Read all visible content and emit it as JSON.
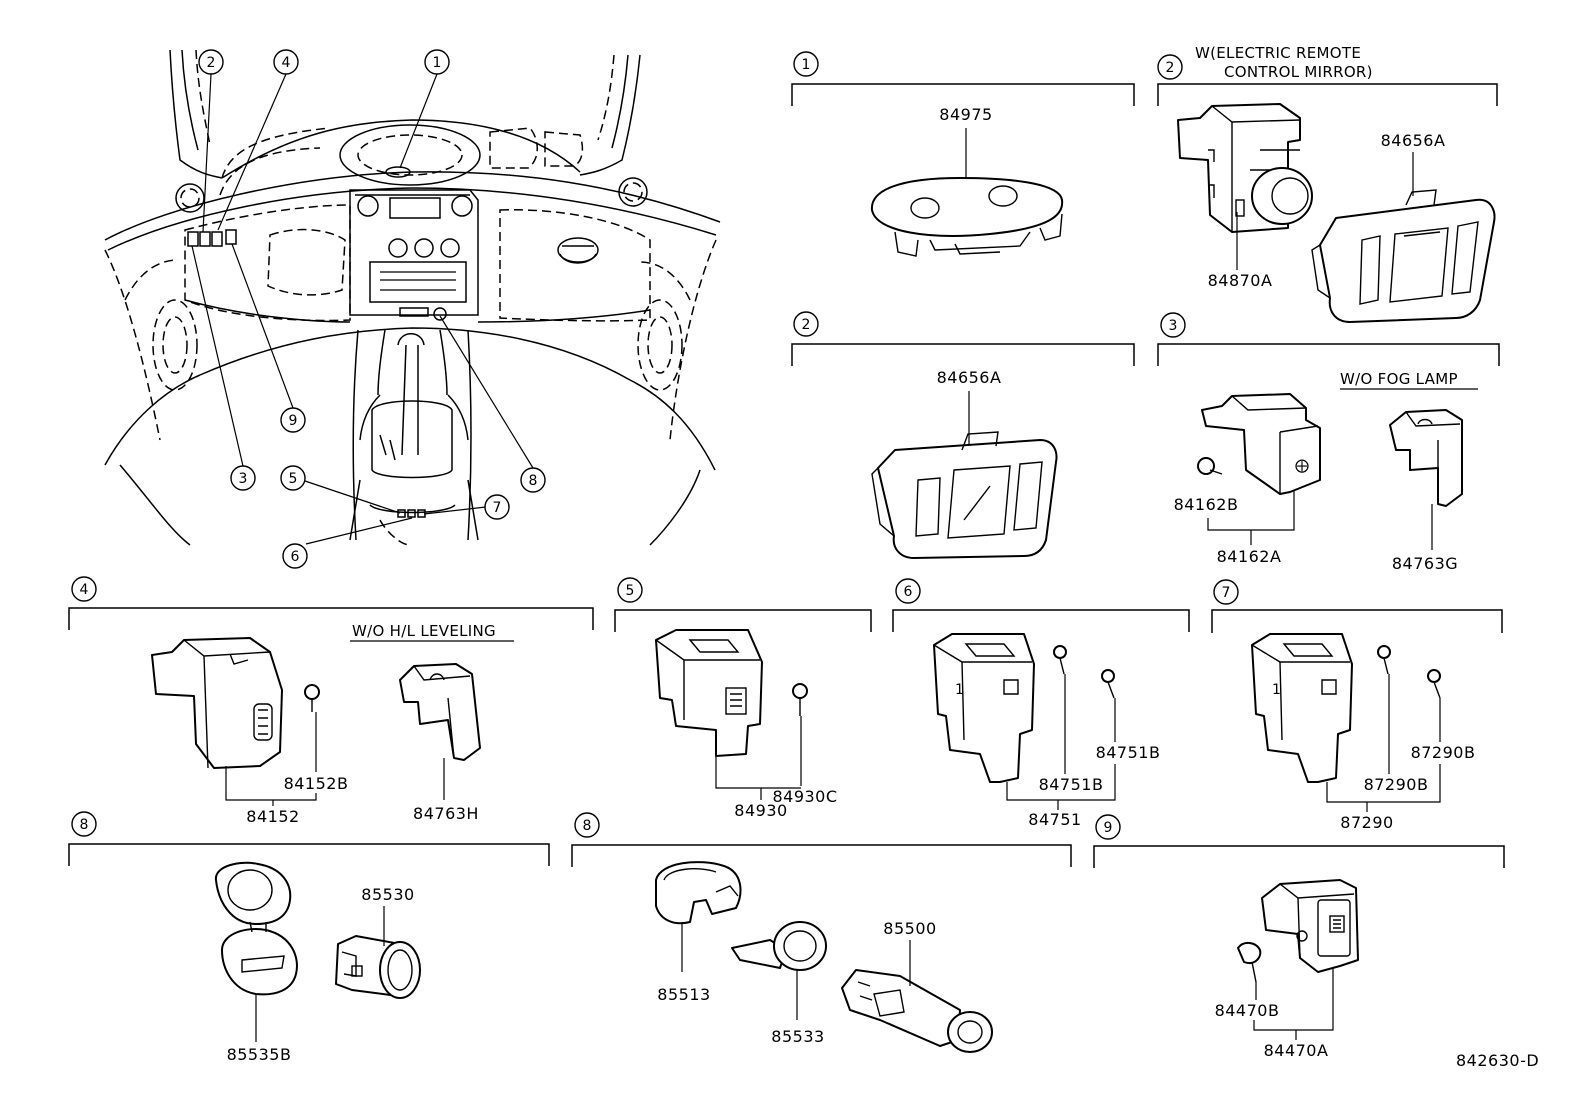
{
  "diagram_code": "842630-D",
  "callouts": [
    "1",
    "2",
    "3",
    "4",
    "5",
    "6",
    "7",
    "8",
    "9"
  ],
  "sections": [
    {
      "num": "1",
      "parts": [
        "84975"
      ]
    },
    {
      "num": "2",
      "caption": [
        "W(ELECTRIC REMOTE",
        "CONTROL MIRROR)"
      ],
      "parts": [
        "84656A",
        "84870A"
      ]
    },
    {
      "num": "2",
      "parts": [
        "84656A"
      ]
    },
    {
      "num": "3",
      "caption": [
        "W/O FOG LAMP"
      ],
      "parts": [
        "84162B",
        "84162A",
        "84763G"
      ]
    },
    {
      "num": "4",
      "caption": [
        "W/O H/L LEVELING"
      ],
      "parts": [
        "84152B",
        "84152",
        "84763H"
      ]
    },
    {
      "num": "5",
      "parts": [
        "84930C",
        "84930"
      ]
    },
    {
      "num": "6",
      "parts": [
        "84751B",
        "84751B",
        "84751"
      ]
    },
    {
      "num": "7",
      "parts": [
        "87290B",
        "87290B",
        "87290"
      ]
    },
    {
      "num": "8",
      "parts": [
        "85530",
        "85535B"
      ]
    },
    {
      "num": "8",
      "parts": [
        "85500",
        "85513",
        "85533"
      ]
    },
    {
      "num": "9",
      "parts": [
        "84470B",
        "84470A"
      ]
    }
  ]
}
